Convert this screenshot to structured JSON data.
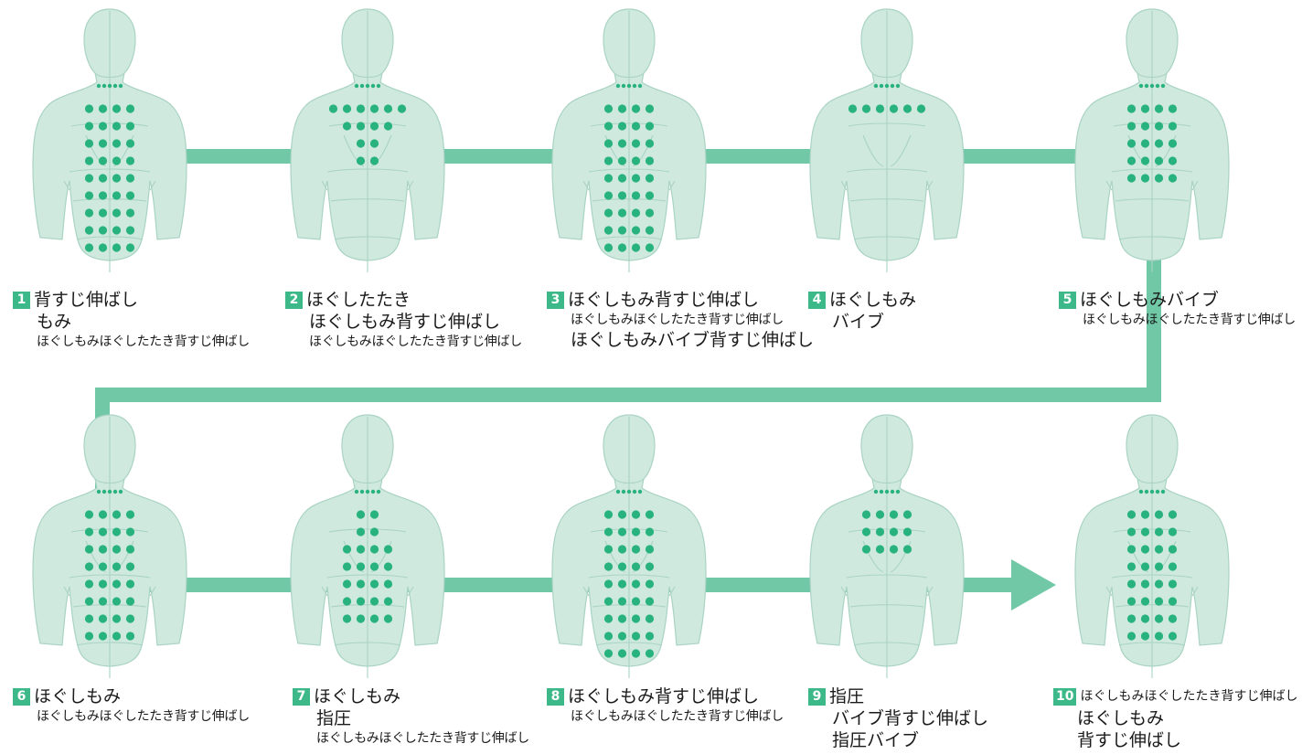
{
  "colors": {
    "body": "#cfe9df",
    "body_line": "#a9d3c3",
    "dot": "#27b27e",
    "arrow": "#70c8a6",
    "badge": "#3db989"
  },
  "steps": [
    {
      "num": "1",
      "lines": [
        "背すじ伸ばし",
        "もみ",
        "ほぐしもみほぐしたたき背すじ伸ばし"
      ],
      "dots": [
        4,
        4,
        4,
        4,
        4,
        4,
        4,
        4,
        4
      ]
    },
    {
      "num": "2",
      "lines": [
        "ほぐしたたき",
        "ほぐしもみ背すじ伸ばし",
        "ほぐしもみほぐしたたき背すじ伸ばし"
      ],
      "dots": [
        6,
        4,
        2,
        2
      ]
    },
    {
      "num": "3",
      "lines": [
        "ほぐしもみ背すじ伸ばし",
        "ほぐしもみほぐしたたき背すじ伸ばし",
        "ほぐしもみバイブ背すじ伸ばし"
      ],
      "dots": [
        4,
        4,
        4,
        4,
        4,
        4,
        4,
        4,
        4
      ]
    },
    {
      "num": "4",
      "lines": [
        "ほぐしもみ",
        "バイブ"
      ],
      "dots": [
        6
      ]
    },
    {
      "num": "5",
      "lines": [
        "ほぐしもみバイブ",
        "ほぐしもみほぐしたたき背すじ伸ばし"
      ],
      "dots": [
        4,
        4,
        4,
        4,
        4
      ]
    },
    {
      "num": "6",
      "lines": [
        "ほぐしもみ",
        "ほぐしもみほぐしたたき背すじ伸ばし"
      ],
      "dots": [
        4,
        4,
        4,
        4,
        4,
        4,
        4,
        4
      ]
    },
    {
      "num": "7",
      "lines": [
        "ほぐしもみ",
        "指圧",
        "ほぐしもみほぐしたたき背すじ伸ばし"
      ],
      "dots": [
        2,
        2,
        4,
        4,
        4,
        4,
        4
      ]
    },
    {
      "num": "8",
      "lines": [
        "ほぐしもみ背すじ伸ばし",
        "ほぐしもみほぐしたたき背すじ伸ばし"
      ],
      "dots": [
        4,
        4,
        4,
        4,
        4,
        4,
        4,
        4,
        4
      ]
    },
    {
      "num": "9",
      "lines": [
        "指圧",
        "バイブ背すじ伸ばし",
        "指圧バイブ"
      ],
      "dots": [
        4,
        4,
        4
      ]
    },
    {
      "num": "10",
      "lines": [
        "ほぐしもみほぐしたたき背すじ伸ばし",
        "ほぐしもみ",
        "背すじ伸ばし"
      ],
      "dots": [
        4,
        4,
        4,
        4,
        4,
        4,
        4,
        4
      ]
    }
  ]
}
